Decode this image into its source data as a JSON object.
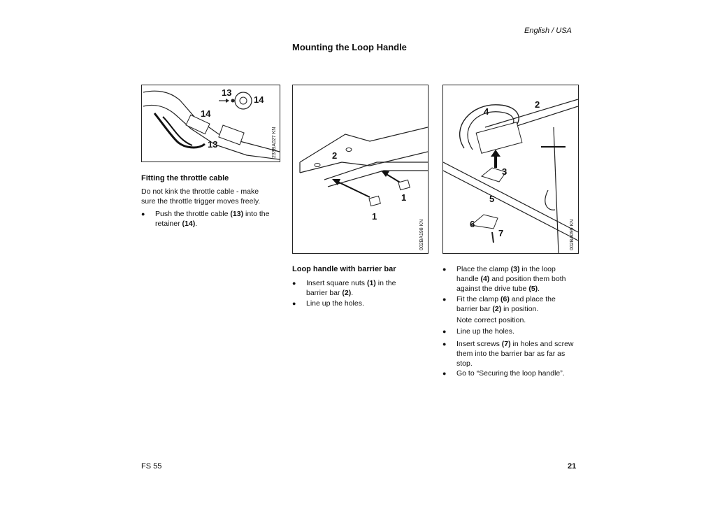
{
  "header": {
    "language": "English / USA",
    "title": "Mounting the Loop Handle"
  },
  "figures": {
    "fig1": {
      "code": "233BA027 KN",
      "callouts": [
        "13",
        "14",
        "14",
        "13"
      ]
    },
    "fig2": {
      "code": "002BA198 KN",
      "callouts": [
        "2",
        "1",
        "1"
      ]
    },
    "fig3": {
      "code": "002BA099 KN",
      "callouts": [
        "4",
        "2",
        "3",
        "5",
        "6",
        "7"
      ]
    }
  },
  "left_column": {
    "heading": "Fitting the throttle cable",
    "intro_line1": "Do not kink the throttle cable - make",
    "intro_line2": "sure the throttle trigger moves freely.",
    "bullet_symbol": "●",
    "bullet1": {
      "line1_a": "Push the throttle cable ",
      "line1_b": "(13)",
      "line1_c": " into the",
      "line2_a": "retainer ",
      "line2_b": "(14)",
      "line2_c": "."
    }
  },
  "middle_column": {
    "heading": "Loop handle with barrier bar",
    "bullet1": {
      "line1_a": "Insert square nuts ",
      "line1_b": "(1)",
      "line1_c": " in the",
      "line2_a": "barrier bar ",
      "line2_b": "(2)",
      "line2_c": "."
    },
    "bullet2": "Line up the holes."
  },
  "right_column": {
    "bullet1": {
      "line1_a": "Place the clamp ",
      "line1_b": "(3)",
      "line1_c": " in the loop",
      "line2_a": "handle ",
      "line2_b": "(4)",
      "line2_c": " and position them both",
      "line3_a": "against the drive tube ",
      "line3_b": "(5)",
      "line3_c": "."
    },
    "bullet2": {
      "line1_a": "Fit the clamp ",
      "line1_b": "(6)",
      "line1_c": " and place the",
      "line2_a": "barrier bar ",
      "line2_b": "(2)",
      "line2_c": " in position."
    },
    "note": "Note correct position.",
    "bullet3": "Line up the holes.",
    "bullet4": {
      "line1_a": "Insert screws ",
      "line1_b": "(7)",
      "line1_c": " in holes and screw",
      "line2": "them into the barrier bar as far as",
      "line3": "stop."
    },
    "bullet5": "Go to “Securing the loop handle”."
  },
  "footer": {
    "model": "FS 55",
    "page": "21"
  }
}
